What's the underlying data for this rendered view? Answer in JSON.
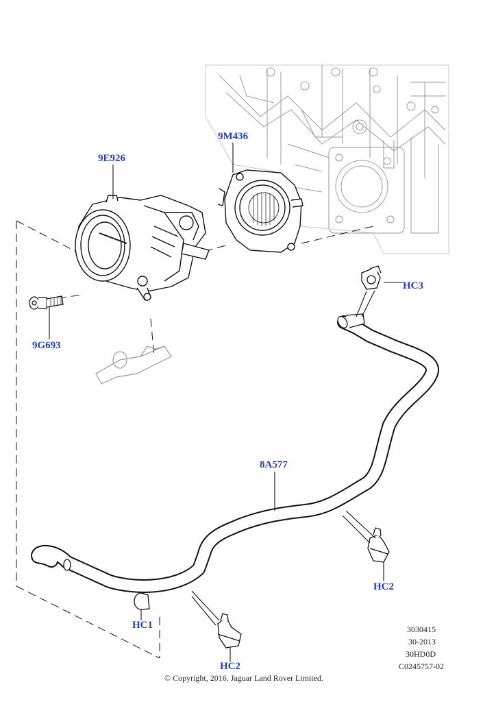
{
  "callouts": {
    "throttle_body": "9E926",
    "gasket": "9M436",
    "bolt": "9G693",
    "hose": "8A577",
    "clip_top": "HC3",
    "clip_right": "HC2",
    "clip_bottom_left": "HC1",
    "clip_bottom": "HC2"
  },
  "reference": {
    "line1": "3030415",
    "line2": "30-2013",
    "line3": "30HD0D",
    "line4": "C0245757-02"
  },
  "copyright": "© Copyright, 2016. Jaguar Land Rover Limited.",
  "colors": {
    "callout": "#1f3fb8",
    "line_art": "#111111",
    "ghost_art": "#9a9a9a"
  }
}
